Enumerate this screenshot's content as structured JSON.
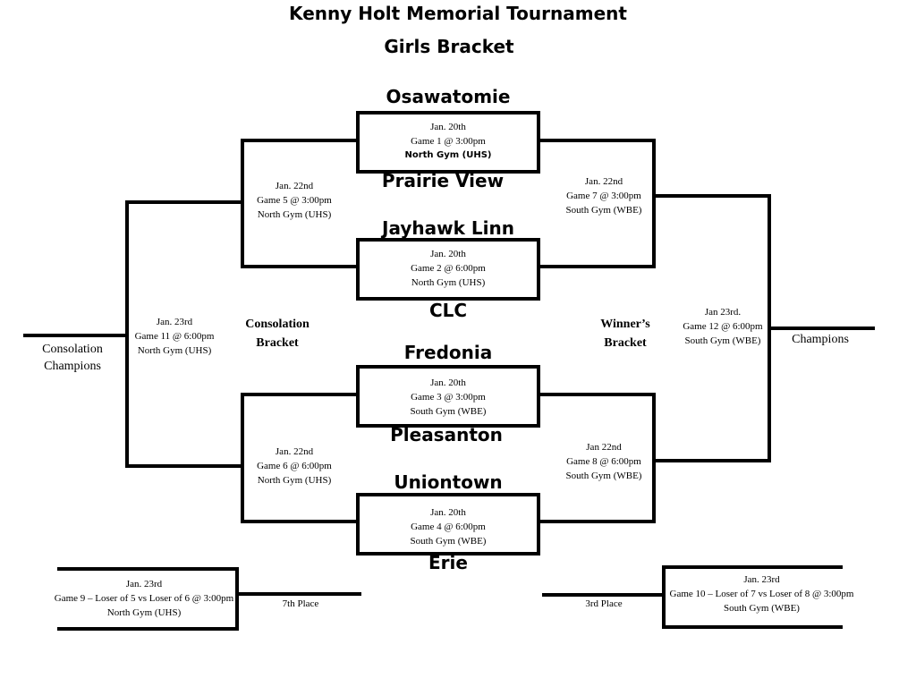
{
  "title": "Kenny Holt Memorial Tournament",
  "subtitle": "Girls Bracket",
  "teams": [
    "Osawatomie",
    "Prairie View",
    "Jayhawk Linn",
    "CLC",
    "Fredonia",
    "Pleasanton",
    "Uniontown",
    "Erie"
  ],
  "games": {
    "g1": {
      "date": "Jan. 20th",
      "game": "Game 1  @ 3:00pm",
      "gym": "North Gym (UHS)"
    },
    "g2": {
      "date": "Jan. 20th",
      "game": "Game 2  @  6:00pm",
      "gym": "North Gym (UHS)"
    },
    "g3": {
      "date": "Jan. 20th",
      "game": "Game 3  @  3:00pm",
      "gym": "South Gym (WBE)"
    },
    "g4": {
      "date": "Jan. 20th",
      "game": "Game 4  @ 6:00pm",
      "gym": "South Gym (WBE)"
    },
    "g5": {
      "date": "Jan. 22nd",
      "game": "Game 5 @ 3:00pm",
      "gym": "North Gym (UHS)"
    },
    "g6": {
      "date": "Jan. 22nd",
      "game": "Game 6 @ 6:00pm",
      "gym": "North Gym (UHS)"
    },
    "g7": {
      "date": "Jan. 22nd",
      "game": "Game 7  @ 3:00pm",
      "gym": "South Gym (WBE)"
    },
    "g8": {
      "date": "Jan 22nd",
      "game": "Game 8 @ 6:00pm",
      "gym": "South Gym (WBE)"
    },
    "g9": {
      "date": "Jan. 23rd",
      "game": "Game 9 – Loser of 5 vs Loser of 6 @ 3:00pm",
      "gym": "North Gym (UHS)"
    },
    "g10": {
      "date": "Jan. 23rd",
      "game": "Game 10 – Loser of 7 vs Loser of 8 @ 3:00pm",
      "gym": "South Gym (WBE)"
    },
    "g11": {
      "date": "Jan. 23rd",
      "game": "Game 11  @ 6:00pm",
      "gym": "North Gym (UHS)"
    },
    "g12": {
      "date": "Jan 23rd.",
      "game": "Game 12  @ 6:00pm",
      "gym": "South Gym (WBE)"
    }
  },
  "labels": {
    "consolation_bracket": [
      "Consolation",
      "Bracket"
    ],
    "winners_bracket": [
      "Winner’s",
      "Bracket"
    ],
    "consolation_champions": [
      "Consolation",
      "Champions"
    ],
    "champions": "Champions",
    "seventh_place": "7th Place",
    "third_place": "3rd Place"
  }
}
